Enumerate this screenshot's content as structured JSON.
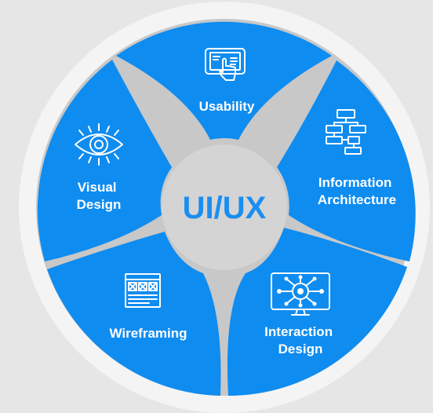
{
  "diagram": {
    "center_label": "UI/UX",
    "segments": [
      {
        "label_lines": [
          "Usability"
        ],
        "icon": "tablet-touch-icon"
      },
      {
        "label_lines": [
          "Information",
          "Architecture"
        ],
        "icon": "sitemap-icon"
      },
      {
        "label_lines": [
          "Interaction",
          "Design"
        ],
        "icon": "network-monitor-icon"
      },
      {
        "label_lines": [
          "Wireframing"
        ],
        "icon": "wireframe-icon"
      },
      {
        "label_lines": [
          "Visual",
          "Design"
        ],
        "icon": "eye-icon"
      }
    ]
  },
  "colors": {
    "background": "#e6e6e6",
    "outer_ring": "#f4f4f4",
    "gaps": "#c8c8c8",
    "segment_blue": "#0f8cf0",
    "center_circle": "#d4d4d4",
    "center_text": "#1a8ef0",
    "icon_text": "#ffffff"
  }
}
